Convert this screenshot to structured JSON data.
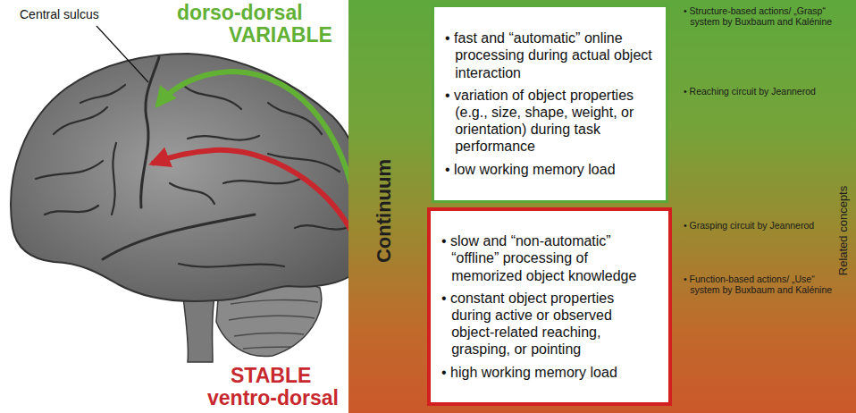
{
  "diagram": {
    "nodes": [
      {
        "text": [
          "Continuum",
          "• Structure-based actions/ „Grasp“ system by Buxbaum and Kalénine",
          "• Reaching circuit by Jeannerod",
          "• Grasping circuit by Jeannerod",
          "• Function-based actions/ „Use“ system by Buxbaum and Kalénine",
          "Related concepts"
        ]
      },
      {
        "text": [
          "• fast and “automatic” online processing during actual object interaction",
          "• variation of object properties (e.g., size, shape, weight, or orientation) during task performance",
          "• low working memory load"
        ],
        "in": 0
      },
      {
        "text": [
          "• slow and “non-automatic” “offline” processing of memorized object knowledge",
          "• constant object properties during active or observed object-related reaching, grasping, or pointing",
          "• high working memory load"
        ],
        "in": 0
      }
    ],
    "labels": [
      "Central sulcus",
      "dorso-dorsal",
      "VARIABLE",
      "STABLE",
      "ventro-dorsal"
    ]
  }
}
